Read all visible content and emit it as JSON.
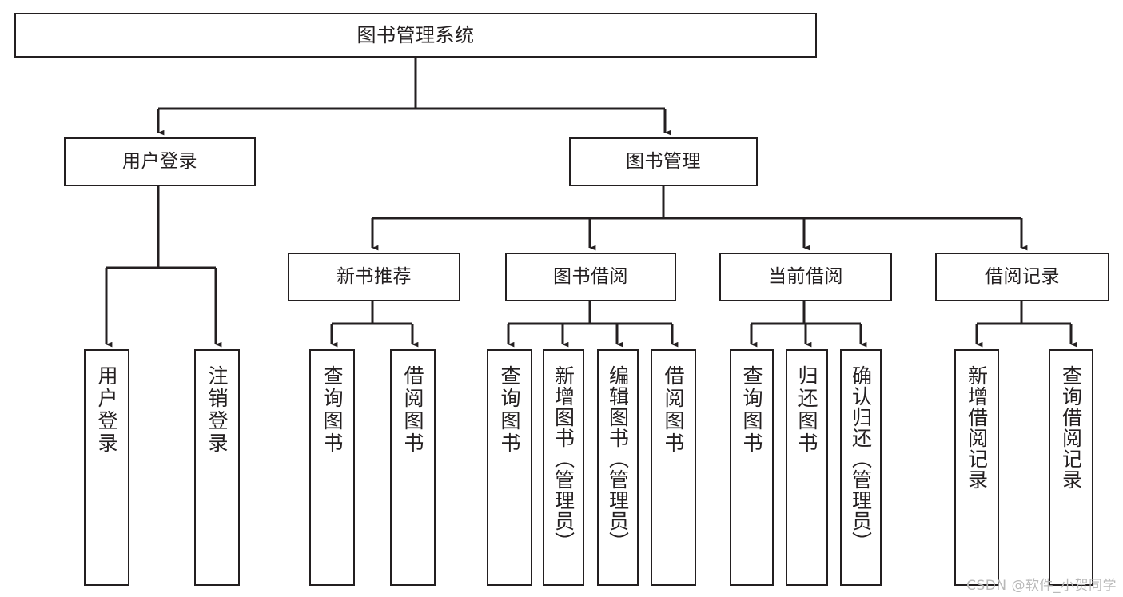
{
  "diagram": {
    "title": "图书管理系统",
    "type": "functional-structure-tree",
    "watermark": "CSDN @软件_小贺同学",
    "colors": {
      "stroke": "#231f20",
      "background": "#ffffff",
      "watermark": "#b9b9b9"
    },
    "levels": {
      "root": {
        "label": "图书管理系统"
      },
      "level2": [
        {
          "label": "用户登录"
        },
        {
          "label": "图书管理"
        }
      ],
      "level3": [
        {
          "label": "新书推荐"
        },
        {
          "label": "图书借阅"
        },
        {
          "label": "当前借阅"
        },
        {
          "label": "借阅记录"
        }
      ],
      "leaves": [
        {
          "label": "用户登录"
        },
        {
          "label": "注销登录"
        },
        {
          "label": "查询图书"
        },
        {
          "label": "借阅图书"
        },
        {
          "label": "查询图书"
        },
        {
          "label": "新增图书（管理员）"
        },
        {
          "label": "编辑图书（管理员）"
        },
        {
          "label": "借阅图书"
        },
        {
          "label": "查询图书"
        },
        {
          "label": "归还图书"
        },
        {
          "label": "确认归还（管理员）"
        },
        {
          "label": "新增借阅记录"
        },
        {
          "label": "查询借阅记录"
        }
      ]
    },
    "tree": {
      "root": "图书管理系统",
      "children": [
        {
          "label": "用户登录",
          "children": [
            {
              "label": "用户登录"
            },
            {
              "label": "注销登录"
            }
          ]
        },
        {
          "label": "图书管理",
          "children": [
            {
              "label": "新书推荐",
              "children": [
                {
                  "label": "查询图书"
                },
                {
                  "label": "借阅图书"
                }
              ]
            },
            {
              "label": "图书借阅",
              "children": [
                {
                  "label": "查询图书"
                },
                {
                  "label": "新增图书（管理员）"
                },
                {
                  "label": "编辑图书（管理员）"
                },
                {
                  "label": "借阅图书"
                }
              ]
            },
            {
              "label": "当前借阅",
              "children": [
                {
                  "label": "查询图书"
                },
                {
                  "label": "归还图书"
                },
                {
                  "label": "确认归还（管理员）"
                }
              ]
            },
            {
              "label": "借阅记录",
              "children": [
                {
                  "label": "新增借阅记录"
                },
                {
                  "label": "查询借阅记录"
                }
              ]
            }
          ]
        }
      ]
    }
  }
}
